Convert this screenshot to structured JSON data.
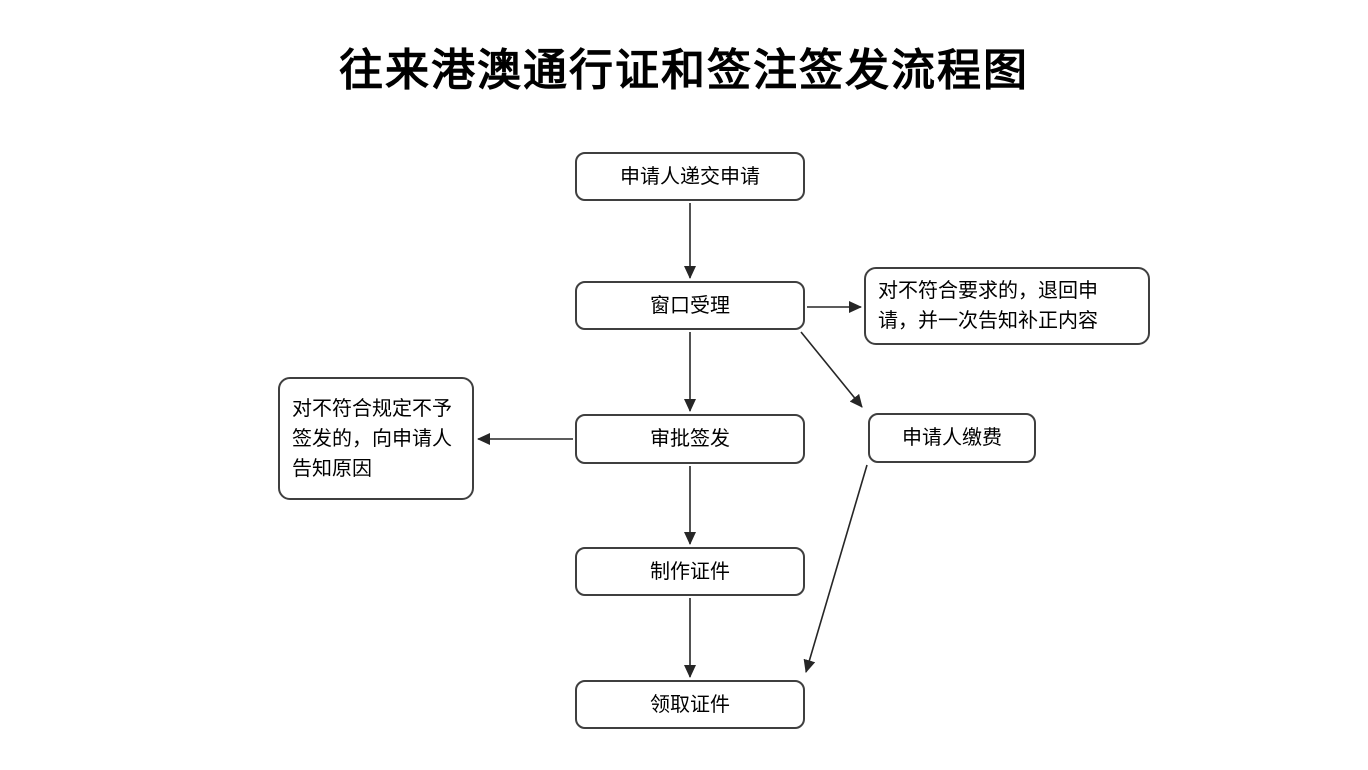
{
  "title": "往来港澳通行证和签注签发流程图",
  "flowchart": {
    "type": "flowchart",
    "nodes": [
      {
        "id": "submit",
        "label": "申请人递交申请"
      },
      {
        "id": "window",
        "label": "窗口受理"
      },
      {
        "id": "return_note",
        "label": "对不符合要求的，退回申请，并一次告知补正内容"
      },
      {
        "id": "approve",
        "label": "审批签发"
      },
      {
        "id": "pay",
        "label": "申请人缴费"
      },
      {
        "id": "reject_note",
        "label": "对不符合规定不予签发的，向申请人告知原因"
      },
      {
        "id": "make",
        "label": "制作证件"
      },
      {
        "id": "collect",
        "label": "领取证件"
      }
    ],
    "edges": [
      {
        "from": "submit",
        "to": "window"
      },
      {
        "from": "window",
        "to": "return_note"
      },
      {
        "from": "window",
        "to": "approve"
      },
      {
        "from": "window",
        "to": "pay"
      },
      {
        "from": "approve",
        "to": "reject_note"
      },
      {
        "from": "approve",
        "to": "make"
      },
      {
        "from": "make",
        "to": "collect"
      },
      {
        "from": "pay",
        "to": "collect"
      }
    ]
  },
  "colors": {
    "background": "#ffffff",
    "node_border": "#3f3f3f",
    "arrow": "#262626",
    "text": "#000000"
  }
}
